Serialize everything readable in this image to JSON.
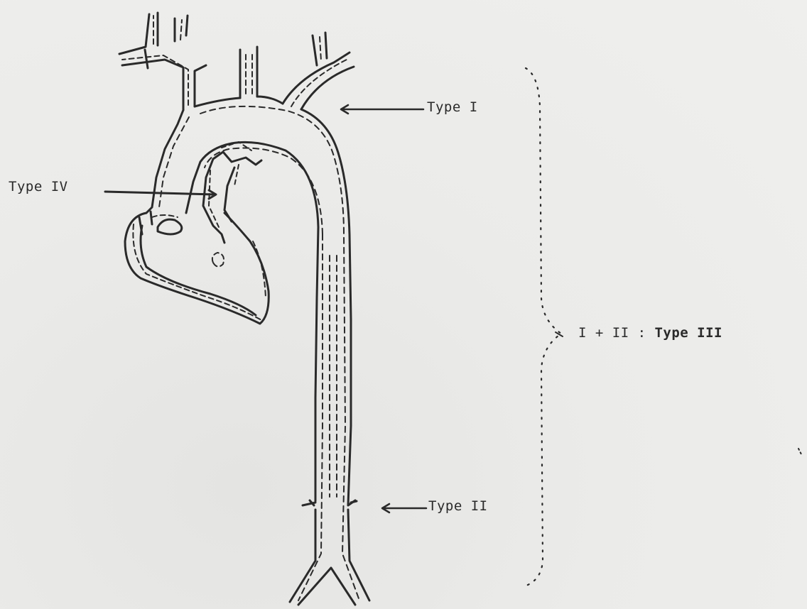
{
  "labels": {
    "type_1": "Type I",
    "type_2": "Type II",
    "type_4": "Type IV",
    "combo_prefix": "I + II :",
    "combo_type": "Type III"
  },
  "colors": {
    "ink": "#2a2a2a",
    "paper": "#ececea"
  }
}
